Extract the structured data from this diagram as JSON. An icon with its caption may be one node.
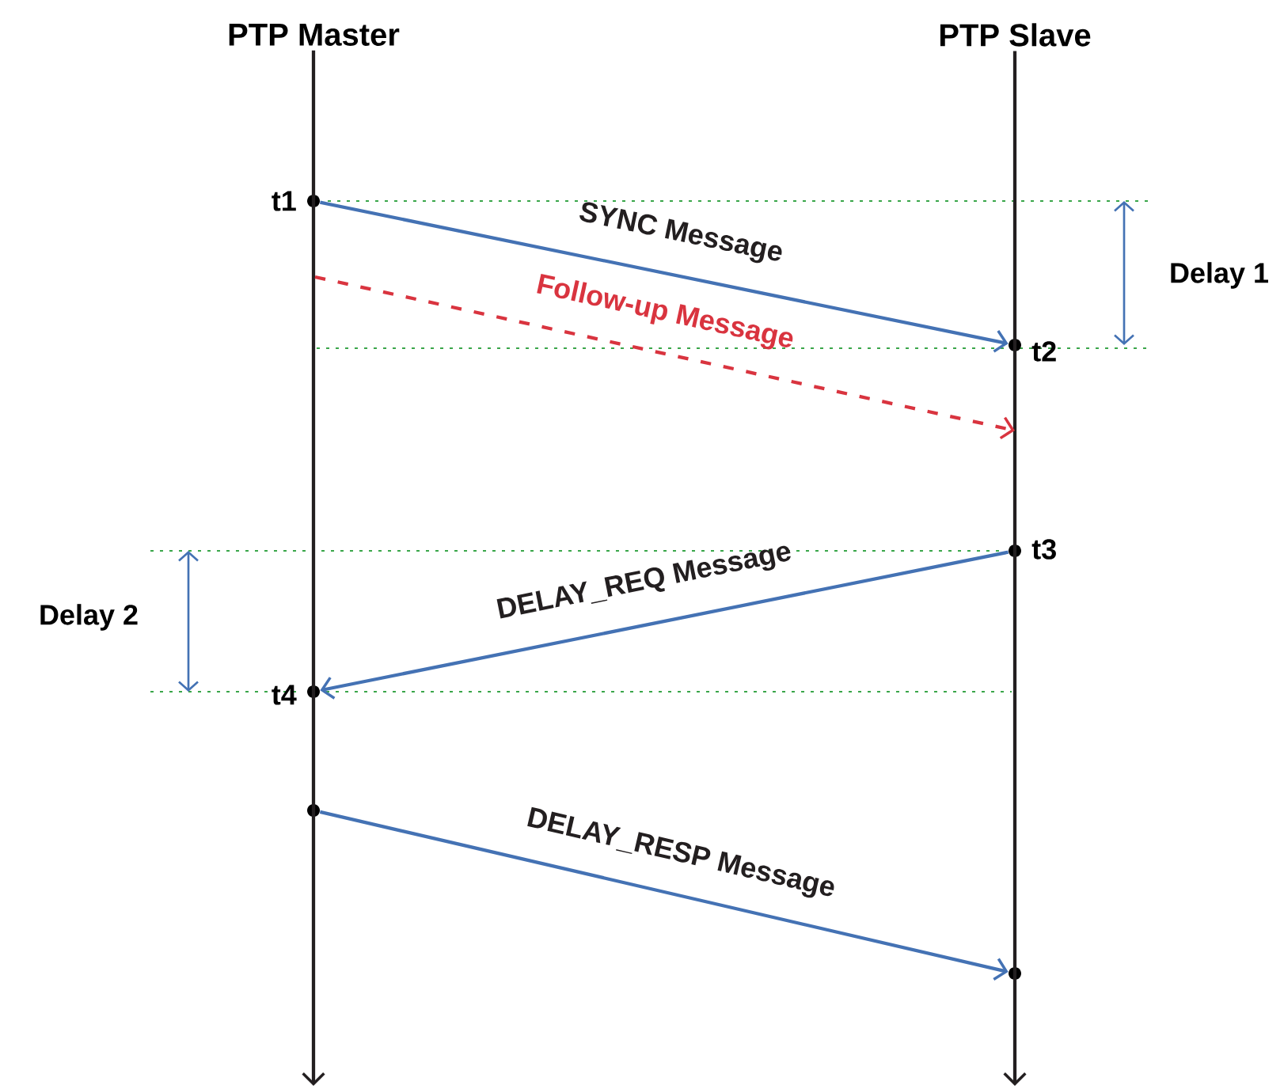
{
  "diagram": {
    "nodes": [
      {
        "text": [
          "PTP Master"
        ]
      },
      {
        "text": [
          "PTP Slave"
        ]
      },
      {
        "text": [],
        "shape": "circle",
        "beside": [
          "t1"
        ]
      },
      {
        "text": [],
        "shape": "circle",
        "beside": [
          "t2"
        ]
      },
      {
        "text": [],
        "shape": "circle",
        "beside": [
          "t3"
        ]
      },
      {
        "text": [],
        "shape": "circle",
        "beside": [
          "t4"
        ]
      },
      {
        "text": [],
        "shape": "circle"
      },
      {
        "text": [],
        "shape": "circle"
      }
    ],
    "edges": [
      {
        "from": 0,
        "to": null,
        "arrow": "to",
        "color": "#231f20"
      },
      {
        "from": 1,
        "to": null,
        "arrow": "to",
        "color": "#231f20"
      },
      {
        "from": 2,
        "to": 3,
        "arrow": "to",
        "label": "SYNC Message"
      },
      {
        "from": 4,
        "to": 5,
        "arrow": "to",
        "label": "DELAY_REQ Message"
      },
      {
        "from": 6,
        "to": 7,
        "arrow": "to",
        "label": "DELAY_RESP Message"
      }
    ],
    "labels": [
      "Delay 1",
      "Follow-up Message",
      "Delay 2"
    ]
  }
}
